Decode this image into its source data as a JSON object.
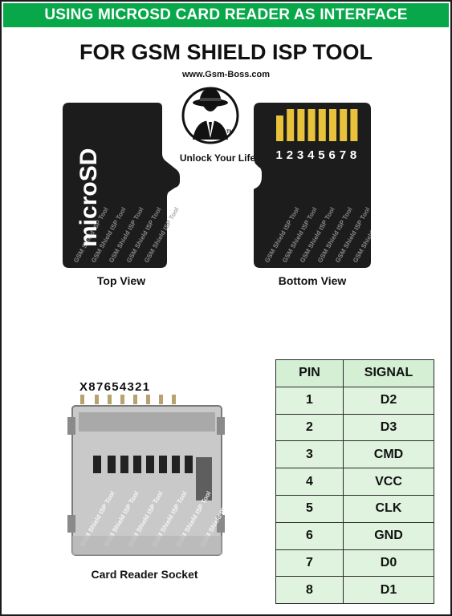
{
  "header": {
    "banner": "USING MICROSD CARD READER AS INTERFACE",
    "subtitle": "FOR GSM SHIELD ISP TOOL",
    "site": "www.Gsm-Boss.com",
    "tagline": "Unlock Your Life",
    "logo_mark": "TM"
  },
  "cards": {
    "top_caption": "Top View",
    "bottom_caption": "Bottom View",
    "brand": "microSD",
    "watermark": "GSM Shield ISP Tool",
    "contact_numbers": [
      "1",
      "2",
      "3",
      "4",
      "5",
      "6",
      "7",
      "8"
    ]
  },
  "socket": {
    "pin_labels": "X87654321",
    "caption": "Card Reader Socket"
  },
  "pin_table": {
    "headers": [
      "PIN",
      "SIGNAL"
    ],
    "rows": [
      {
        "pin": "1",
        "signal": "D2"
      },
      {
        "pin": "2",
        "signal": "D3"
      },
      {
        "pin": "3",
        "signal": "CMD"
      },
      {
        "pin": "4",
        "signal": "VCC"
      },
      {
        "pin": "5",
        "signal": "CLK"
      },
      {
        "pin": "6",
        "signal": "GND"
      },
      {
        "pin": "7",
        "signal": "D0"
      },
      {
        "pin": "8",
        "signal": "D1"
      }
    ]
  },
  "colors": {
    "banner_bg": "#08a84a",
    "card_body": "#1c1c1c",
    "gold_contact": "#e8c23a",
    "table_bg": "#dff3df"
  }
}
